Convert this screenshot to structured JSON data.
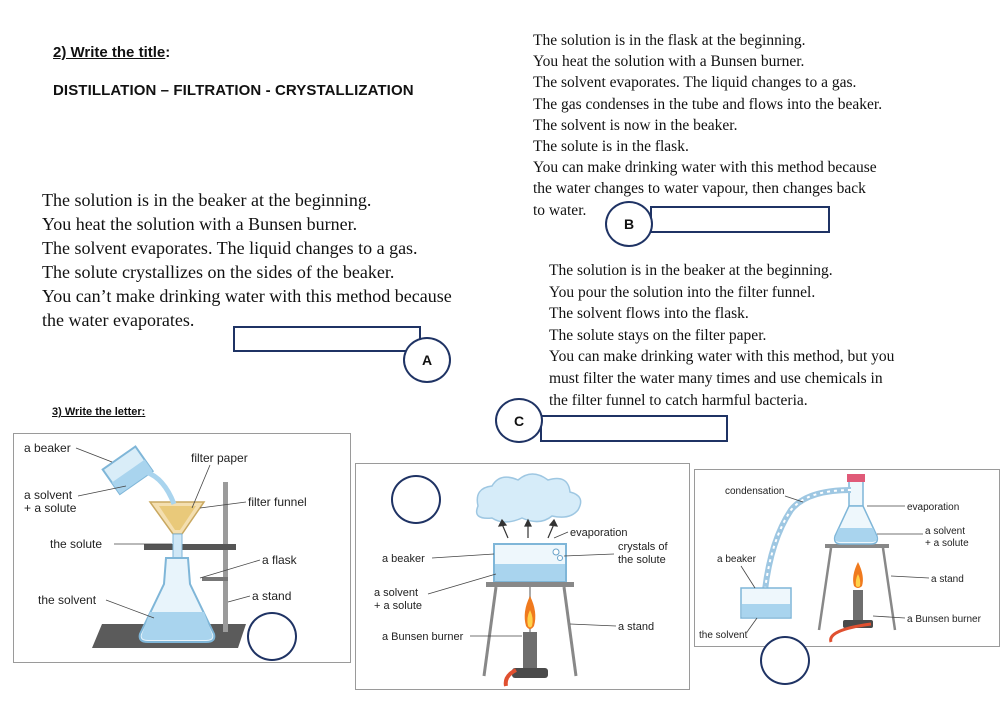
{
  "section2": {
    "heading": "2) Write the title",
    "colon": ":",
    "methods": "DISTILLATION – FILTRATION - CRYSTALLIZATION"
  },
  "paragraph_a": {
    "lines": [
      "The solution is in the beaker at the beginning.",
      "You heat the solution with a Bunsen burner.",
      "The solvent evaporates. The liquid changes to a gas.",
      "The solute crystallizes on the sides of the beaker.",
      "You can’t make drinking water with this method because",
      "the water evaporates."
    ],
    "letter": "A"
  },
  "paragraph_b": {
    "lines": [
      "The solution is in the flask at the beginning.",
      "You heat the solution with a Bunsen burner.",
      "The solvent evaporates. The liquid changes to a gas.",
      "The gas condenses in the tube and flows into the beaker.",
      "The solvent is now in the beaker.",
      "The solute is in the flask.",
      "You can make drinking water with this method because",
      "the water changes to water vapour, then changes back",
      "to water."
    ],
    "letter": "B"
  },
  "paragraph_c": {
    "lines": [
      "The solution is in the beaker at the beginning.",
      "You pour the solution into the filter funnel.",
      "The solvent flows into the flask.",
      "The solute stays on the filter paper.",
      "You can make drinking water with this method, but you",
      "must filter the water many times and use chemicals in",
      "the filter funnel to catch harmful bacteria."
    ],
    "letter": "C"
  },
  "section3": {
    "heading": "3) Write the letter",
    "colon": ":"
  },
  "diagram_filtration": {
    "labels": {
      "beaker": "a beaker",
      "solvent_solute_1": "a solvent",
      "solvent_solute_2": "+ a solute",
      "filter_paper": "filter paper",
      "filter_funnel": "filter funnel",
      "solute": "the solute",
      "flask": "a flask",
      "solvent": "the solvent",
      "stand": "a stand"
    }
  },
  "diagram_crystallization": {
    "labels": {
      "evaporation": "evaporation",
      "beaker": "a beaker",
      "crystals_1": "crystals of",
      "crystals_2": "the solute",
      "solvent_solute_1": "a solvent",
      "solvent_solute_2": "+ a solute",
      "stand": "a stand",
      "burner": "a Bunsen burner"
    }
  },
  "diagram_distillation": {
    "labels": {
      "condensation": "condensation",
      "evaporation": "evaporation",
      "solvent_solute_1": "a solvent",
      "solvent_solute_2": "+ a solute",
      "beaker": "a beaker",
      "stand": "a stand",
      "burner": "a Bunsen burner",
      "solvent": "the solvent"
    }
  },
  "colors": {
    "box_border": "#1f3364",
    "liquid": "#a9d4ee",
    "glass": "#7fb6d8",
    "flame": "#f07a1e"
  }
}
